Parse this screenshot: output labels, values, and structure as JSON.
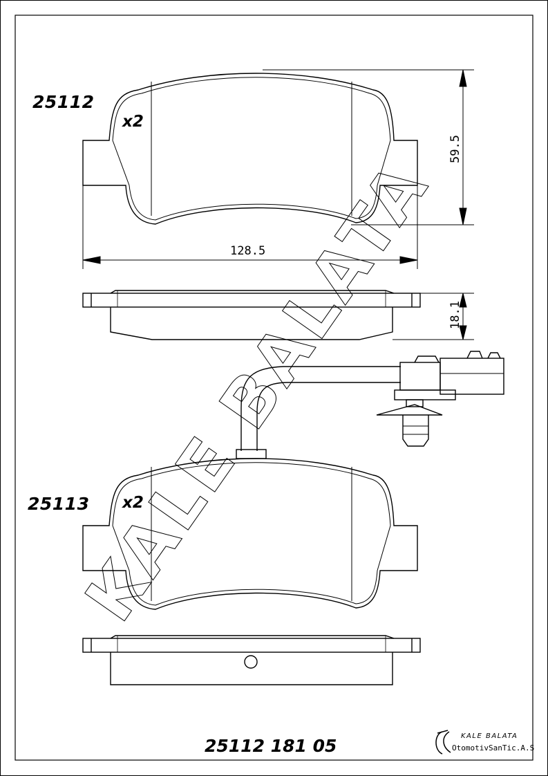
{
  "drawing": {
    "part_top": "25112",
    "part_bottom": "25113",
    "qty_top": "x2",
    "qty_bottom": "x2",
    "dim_width": "128.5",
    "dim_height": "59.5",
    "dim_thickness": "18.1",
    "watermark": "KALE BALATA",
    "article_code": "25112 181 05"
  },
  "logo": {
    "line1": "KALE BALATA",
    "line2": "OtomotivSanTic.A.S"
  }
}
